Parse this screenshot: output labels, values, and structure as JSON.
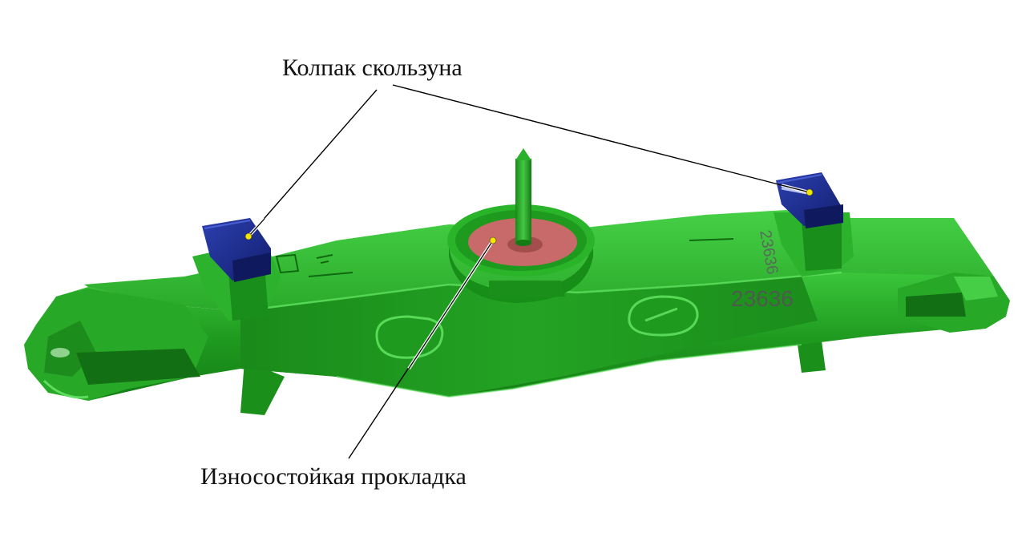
{
  "callouts": {
    "slider_cap": "Колпак скользуна",
    "wear_pad": "Износостойкая прокладка"
  },
  "part_marking": {
    "number": "23636",
    "side_number": "23636"
  },
  "colors": {
    "body_green": "#1f9a1f",
    "body_light": "#3cc23c",
    "body_dark": "#127a12",
    "cap_blue": "#1b2a8c",
    "pad_red": "#c86a6a",
    "leader": "#000000",
    "marker_yellow": "#f2e600"
  }
}
